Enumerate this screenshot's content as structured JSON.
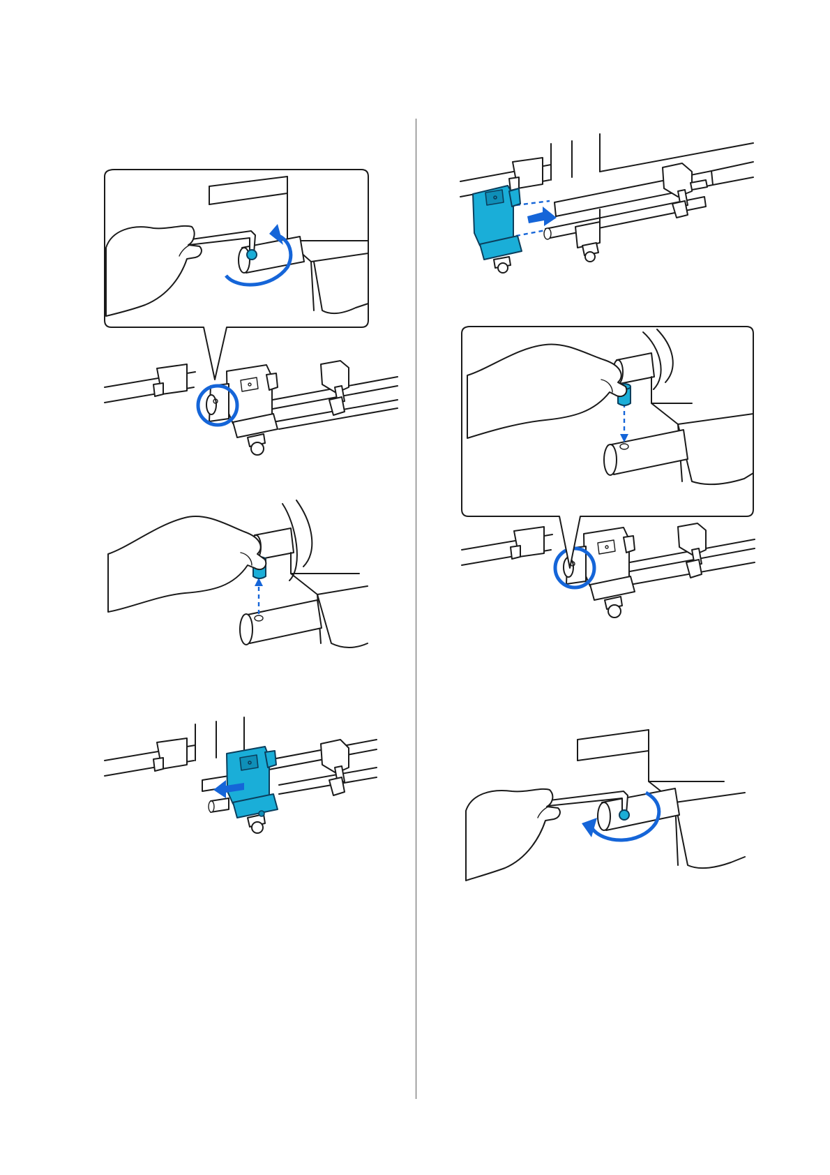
{
  "document": {
    "type": "printer-manual-illustration-page",
    "accent_color": "#1565d8",
    "part_highlight_color": "#1aaed8",
    "line_color": "#1a1a1a"
  },
  "figures": [
    {
      "id": "fig-left-1",
      "content": [
        "callout-bubble",
        "hand",
        "hex-wrench",
        "rotate-arrow-ccw",
        "circle-highlight"
      ]
    },
    {
      "id": "fig-left-2",
      "content": [
        "hand",
        "screw-lifted",
        "dashed-arrow-up"
      ]
    },
    {
      "id": "fig-left-3",
      "content": [
        "holder-highlighted",
        "arrow-left"
      ]
    },
    {
      "id": "fig-right-1",
      "content": [
        "holder-highlighted",
        "arrow-right",
        "dashed-guide-lines"
      ]
    },
    {
      "id": "fig-right-2",
      "content": [
        "callout-bubble",
        "hand",
        "screw-inserted",
        "dashed-arrow-down",
        "circle-highlight"
      ]
    },
    {
      "id": "fig-right-3",
      "content": [
        "hand",
        "hex-wrench",
        "rotate-arrow-cw"
      ]
    }
  ]
}
